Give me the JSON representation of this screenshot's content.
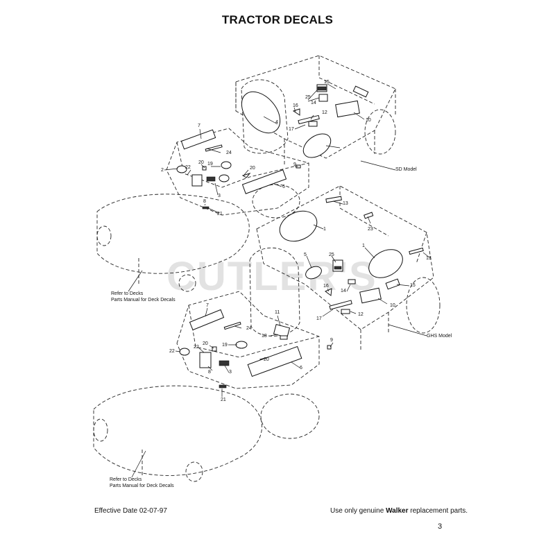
{
  "title": "TRACTOR DECALS",
  "watermark": "CUTLER'S",
  "models": {
    "sd": "SD Model",
    "ghs": "GHS Model"
  },
  "notes": {
    "deck_line1": "Refer to Decks",
    "deck_line2": "Parts Manual for Deck Decals"
  },
  "sd_callouts": [
    "15",
    "25",
    "14",
    "16",
    "12",
    "17",
    "10",
    "4",
    "7",
    "24",
    "2",
    "22",
    "20",
    "19",
    "20",
    "9",
    "6",
    "3",
    "8",
    "21"
  ],
  "ghs_callouts": [
    "13",
    "1",
    "23",
    "5",
    "25",
    "1",
    "13",
    "16",
    "14",
    "15",
    "10",
    "17",
    "12",
    "7",
    "24",
    "11",
    "18",
    "22",
    "20",
    "19",
    "20",
    "9",
    "6",
    "8",
    "3",
    "21"
  ],
  "footer": {
    "effective": "Effective Date 02-07-97",
    "use_prefix": "Use only genuine ",
    "brand": "Walker",
    "use_suffix": " replacement parts."
  },
  "page_number": "3"
}
